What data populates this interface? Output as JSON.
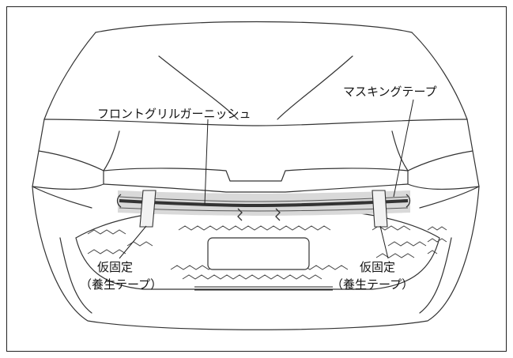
{
  "labels": {
    "grille_garnish": "フロントグリルガーニッシュ",
    "masking_tape": "マスキングテープ",
    "temp_fix": "仮固定",
    "curing_tape": "（養生テープ）"
  },
  "icons": [
    "car-front-illustration",
    "tape-strip",
    "clip-marker"
  ]
}
